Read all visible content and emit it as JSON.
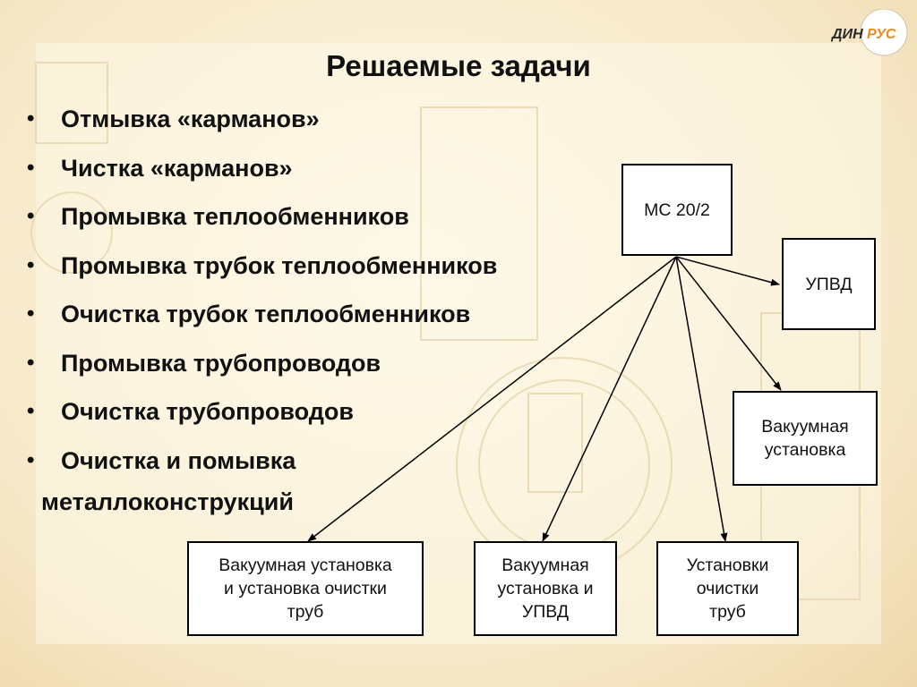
{
  "logo": {
    "text_left": "ДИН",
    "text_right": "РУС"
  },
  "title": "Решаемые задачи",
  "bullets": [
    "Отмывка «карманов»",
    "Чистка «карманов»",
    "Промывка теплообменников",
    "Промывка трубок теплообменников",
    "Очистка трубок теплообменников",
    "Промывка трубопроводов",
    "Очистка трубопроводов",
    "Очистка и помывка"
  ],
  "bullet_continuation": "металлоконструкций",
  "diagram": {
    "source": "МС 20/2",
    "targets": [
      "УПВД",
      "Вакуумная\nустановка",
      "Вакуумная установка\nи установка очистки\nтруб",
      "Вакуумная\nустановка и\nУПВД",
      "Установки\nочистки\nтруб"
    ]
  },
  "colors": {
    "background": "#f6e7c6",
    "logo_left": "#2a2a2a",
    "logo_right": "#f08a1c"
  }
}
